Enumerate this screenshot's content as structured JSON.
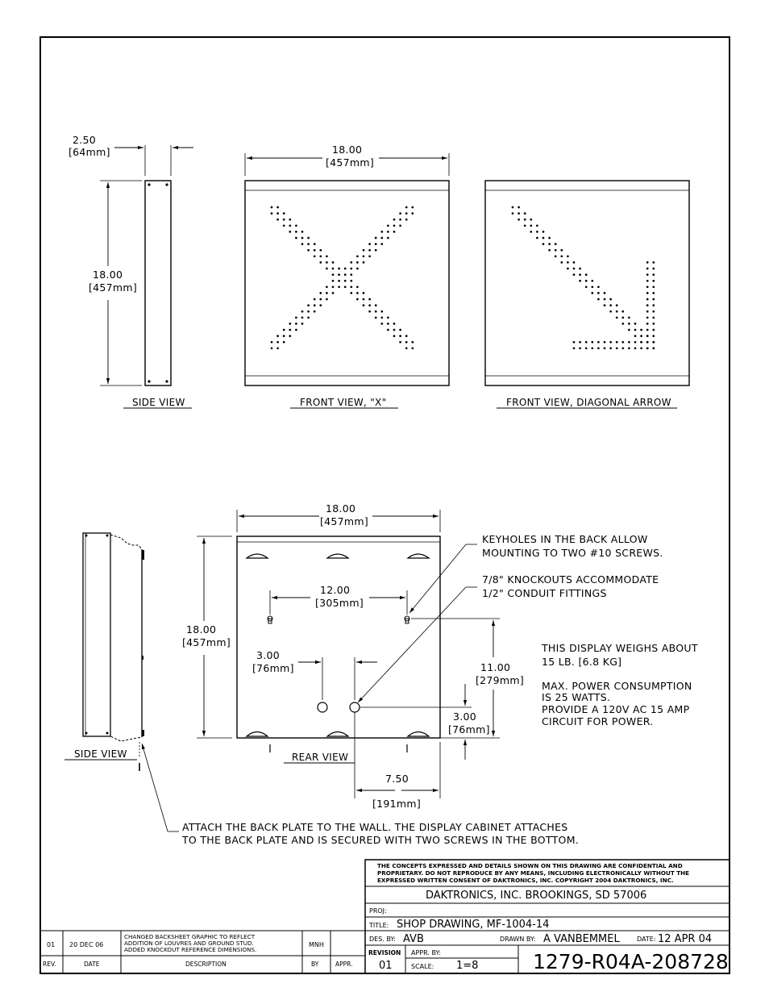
{
  "views": {
    "side_top": {
      "width_dim": "2.50",
      "width_dim_mm": "[64mm]",
      "height_dim": "18.00",
      "height_dim_mm": "[457mm]",
      "label": "SIDE VIEW"
    },
    "front_x": {
      "width_dim": "18.00",
      "width_dim_mm": "[457mm]",
      "label": "FRONT VIEW, \"X\""
    },
    "front_arrow": {
      "label": "FRONT VIEW, DIAGONAL ARROW"
    },
    "side_bottom": {
      "label": "SIDE VIEW"
    },
    "rear": {
      "label": "REAR VIEW",
      "width_dim": "18.00",
      "width_dim_mm": "[457mm]",
      "height_dim": "18.00",
      "height_dim_mm": "[457mm]",
      "keyhole_dim": "12.00",
      "keyhole_dim_mm": "[305mm]",
      "knockout_dim": "3.00",
      "knockout_dim_mm": "[76mm]",
      "vert_dim": "11.00",
      "vert_dim_mm": "[279mm]",
      "bottom_dim": "3.00",
      "bottom_dim_mm": "[76mm]",
      "offset_dim": "7.50",
      "offset_dim_mm": "[191mm]"
    }
  },
  "notes": {
    "keyholes_1": "KEYHOLES IN THE BACK ALLOW",
    "keyholes_2": "MOUNTING TO TWO #10 SCREWS.",
    "knockouts_1": "7/8\" KNOCKOUTS ACCOMMODATE",
    "knockouts_2": "1/2\" CONDUIT FITTINGS",
    "weight_1": "THIS DISPLAY WEIGHS ABOUT",
    "weight_2": "15 LB. [6.8 KG]",
    "power_1": "MAX. POWER CONSUMPTION",
    "power_2": "IS 25 WATTS.",
    "power_3": "PROVIDE A 120V AC 15 AMP",
    "power_4": "CIRCUIT FOR POWER.",
    "attach_1": "ATTACH THE BACK PLATE TO THE WALL.  THE DISPLAY CABINET ATTACHES",
    "attach_2": "TO THE BACK PLATE AND IS SECURED WITH TWO SCREWS IN THE BOTTOM."
  },
  "title_block": {
    "confidential_1": "THE CONCEPTS  EXPRESSED  AND  DETAILS SHOWN ON THIS DRAWING ARE CONFIDENTIAL AND",
    "confidential_2": "PROPRIETARY.  DO NOT REPRODUCE BY ANY MEANS, INCLUDING ELECTRONICALLY WITHOUT THE",
    "confidential_3": "EXPRESSED WRITTEN CONSENT OF DAKTRONICS, INC.          COPYRIGHT 2004 DAKTRONICS, INC.",
    "company": "DAKTRONICS, INC.   BROOKINGS, SD 57006",
    "proj_label": "PROJ:",
    "title_label": "TITLE:",
    "title": "SHOP DRAWING, MF-1004-14",
    "des_by_label": "DES. BY:",
    "des_by": "AVB",
    "drawn_by_label": "DRAWN BY:",
    "drawn_by": "A VANBEMMEL",
    "date_label": "DATE:",
    "date": "12 APR 04",
    "revision_label": "REVISION",
    "revision": "01",
    "appr_by_label": "APPR. BY:",
    "scale_label": "SCALE:",
    "scale": "1=8",
    "drawing_number": "1279-R04A-208728"
  },
  "revision_table": {
    "headers": {
      "rev": "REV.",
      "date": "DATE",
      "description": "DESCRIPTION",
      "by": "BY",
      "appr": "APPR."
    },
    "row": {
      "rev": "01",
      "date": "20 DEC 06",
      "description_1": "CHANGED BACKSHEET GRAPHIC TO REFLECT",
      "description_2": "ADDITION OF LOUVRES AND GROUND STUD.",
      "description_3": "ADDED KNOCKOUT REFERENCE DIMENSIONS.",
      "by": "MNH",
      "appr": ""
    }
  }
}
